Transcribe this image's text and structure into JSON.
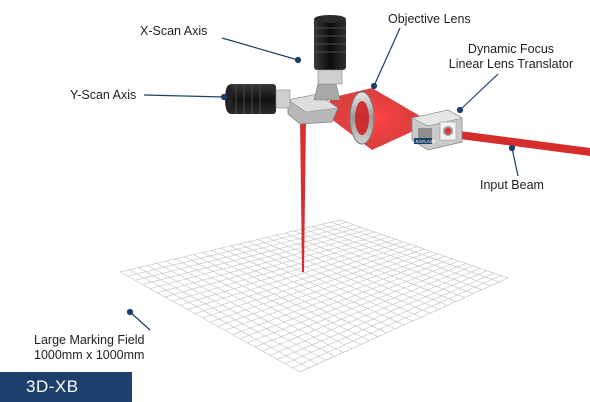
{
  "labels": {
    "x_scan_axis": "X-Scan Axis",
    "y_scan_axis": "Y-Scan Axis",
    "objective_lens": "Objective Lens",
    "dynamic_focus_line1": "Dynamic Focus",
    "dynamic_focus_line2": "Linear Lens Translator",
    "input_beam": "Input Beam",
    "marking_field_line1": "Large Marking Field",
    "marking_field_line2": "1000mm x 1000mm"
  },
  "badge": {
    "text": "3D-XB"
  },
  "device_brand": "RAYLASE",
  "colors": {
    "badge_bg": "#1d3f6b",
    "laser": "#d11a1a",
    "grid": "#c8c8c8",
    "leader": "#1d3f6b"
  }
}
